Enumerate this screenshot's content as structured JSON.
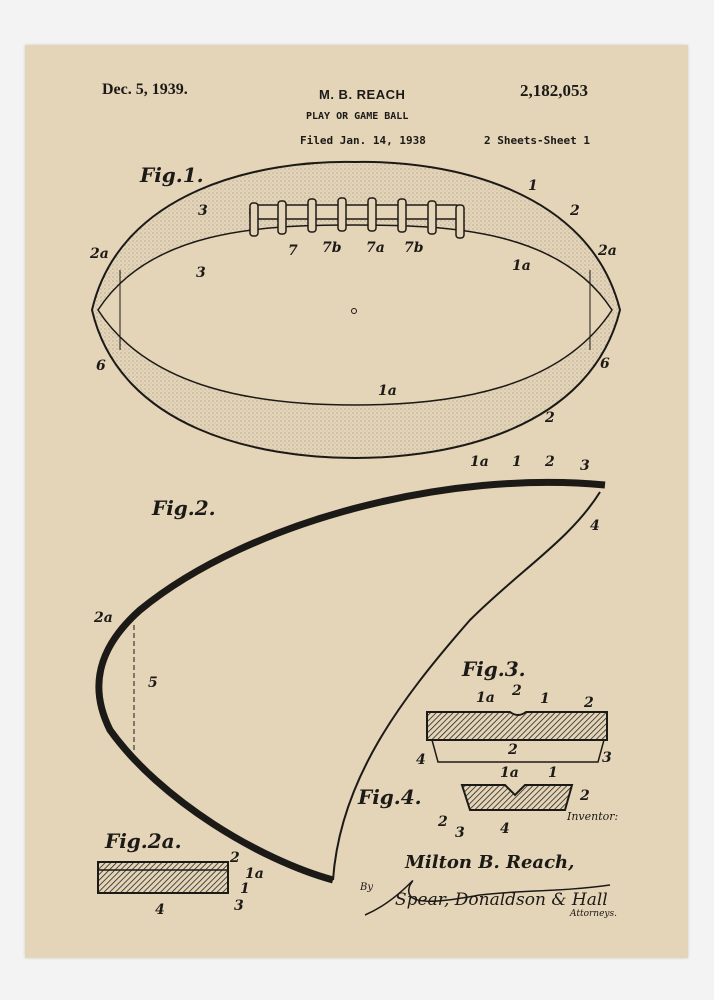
{
  "header": {
    "date": "Dec. 5, 1939.",
    "inventor": "M. B. REACH",
    "patent_number": "2,182,053",
    "title": "PLAY OR GAME BALL",
    "filed": "Filed Jan. 14, 1938",
    "sheets": "2 Sheets-Sheet 1"
  },
  "figures": [
    "Fig.1.",
    "Fig.2.",
    "Fig.2a.",
    "Fig.3.",
    "Fig.4."
  ],
  "reference_labels": [
    "1",
    "2",
    "3",
    "3",
    "2a",
    "2a",
    "1a",
    "7",
    "7b",
    "7a",
    "7b",
    "6",
    "6",
    "1a",
    "2",
    "1a",
    "1",
    "2",
    "3",
    "4",
    "2a",
    "5",
    "1a",
    "2",
    "1",
    "2",
    "2",
    "3",
    "4",
    "1a",
    "1",
    "2",
    "2",
    "3",
    "4",
    "2",
    "1a",
    "1",
    "3",
    "4"
  ],
  "signature": {
    "inventor_name": "Milton B. Reach,",
    "by": "By",
    "attorneys_signature": "Spear, Donaldson & Hall",
    "attorneys": "Attorneys.",
    "inventor_label": "Inventor:"
  },
  "colors": {
    "paper": "#e4d4b8",
    "ink": "#1c1a17",
    "background": "#f3f3f3"
  }
}
